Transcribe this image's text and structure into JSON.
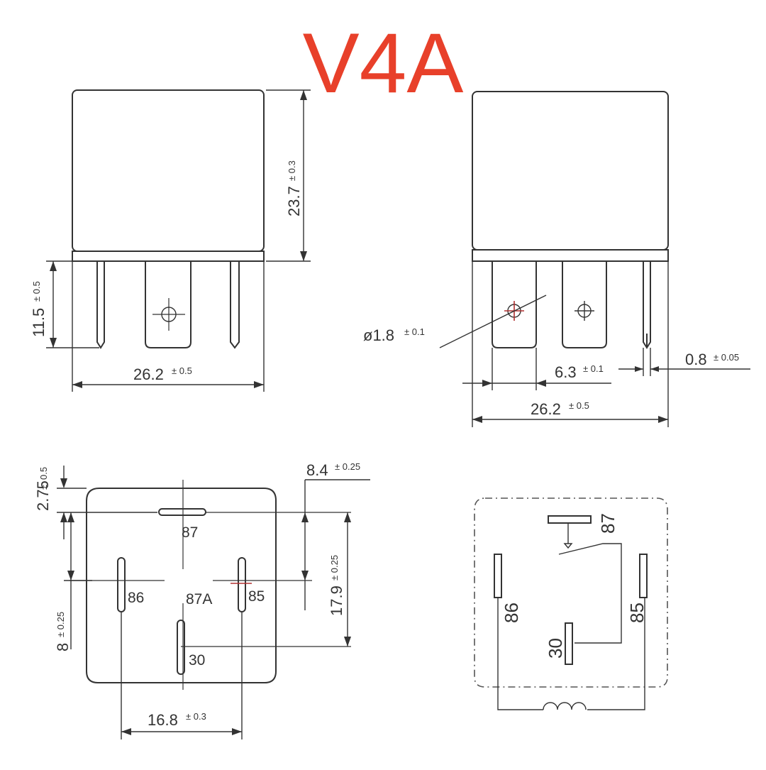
{
  "title": "V4A",
  "colors": {
    "title": "#e8402a",
    "line": "#333333",
    "marker": "#b03030"
  },
  "front_view": {
    "height": {
      "value": "23.7",
      "tol": "± 0.3"
    },
    "pin_length": {
      "value": "11.5",
      "tol": "± 0.5"
    },
    "width": {
      "value": "26.2",
      "tol": "± 0.5"
    }
  },
  "side_view": {
    "hole": {
      "value": "ø1.8",
      "tol": "± 0.1"
    },
    "pin_spacing": {
      "value": "6.3",
      "tol": "± 0.1"
    },
    "pin_thickness": {
      "value": "0.8",
      "tol": "± 0.05"
    },
    "width": {
      "value": "26.2",
      "tol": "± 0.5"
    }
  },
  "bottom_view": {
    "top_offset": {
      "value": "0.5",
      "tol": "±"
    },
    "pin87_offset": {
      "value": "2.75",
      "tol": ""
    },
    "center_offset": {
      "value": "8",
      "tol": "± 0.25"
    },
    "right_offset": {
      "value": "8.4",
      "tol": "± 0.25"
    },
    "height": {
      "value": "17.9",
      "tol": "± 0.25"
    },
    "width": {
      "value": "16.8",
      "tol": "± 0.3"
    },
    "pins": {
      "p87": "87",
      "p87a": "87A",
      "p86": "86",
      "p85": "85",
      "p30": "30"
    }
  },
  "schematic": {
    "pins": {
      "p87": "87",
      "p86": "86",
      "p85": "85",
      "p30": "30"
    }
  }
}
